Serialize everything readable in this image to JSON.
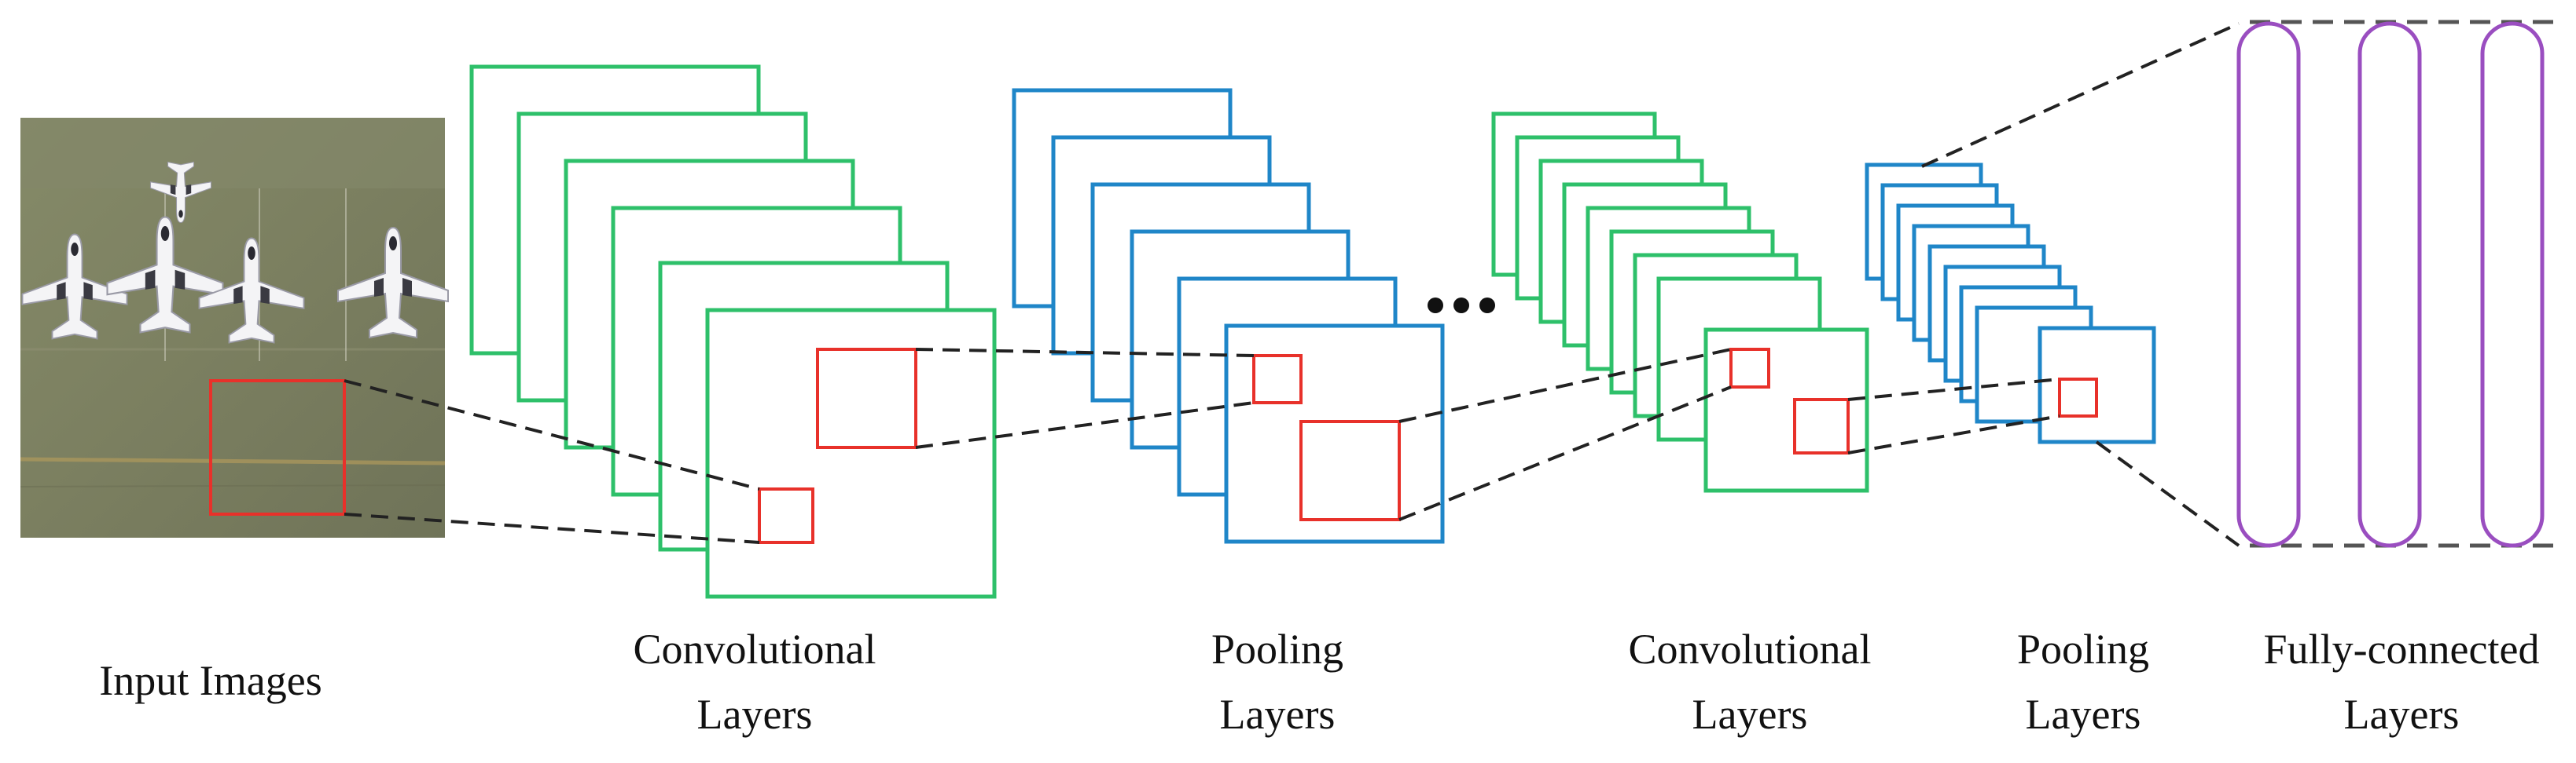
{
  "labels": {
    "input_images": "Input Images",
    "conv1_line1": "Convolutional",
    "conv1_line2": "Layers",
    "pool1_line1": "Pooling",
    "pool1_line2": "Layers",
    "conv2_line1": "Convolutional",
    "conv2_line2": "Layers",
    "pool2_line1": "Pooling",
    "pool2_line2": "Layers",
    "fc_line1": "Fully-connected",
    "fc_line2": "Layers"
  },
  "colors": {
    "conv_layer": "#2ec06a",
    "pool_layer": "#1f86c8",
    "receptive_field": "#e8312a",
    "fully_connected": "#9a4ec0",
    "connector": "#222222",
    "fc_border": "#555555",
    "image_ground": "#7d8160"
  },
  "icons": {
    "ellipsis": "ellipsis-dots",
    "aircraft": "airplane-icon"
  }
}
